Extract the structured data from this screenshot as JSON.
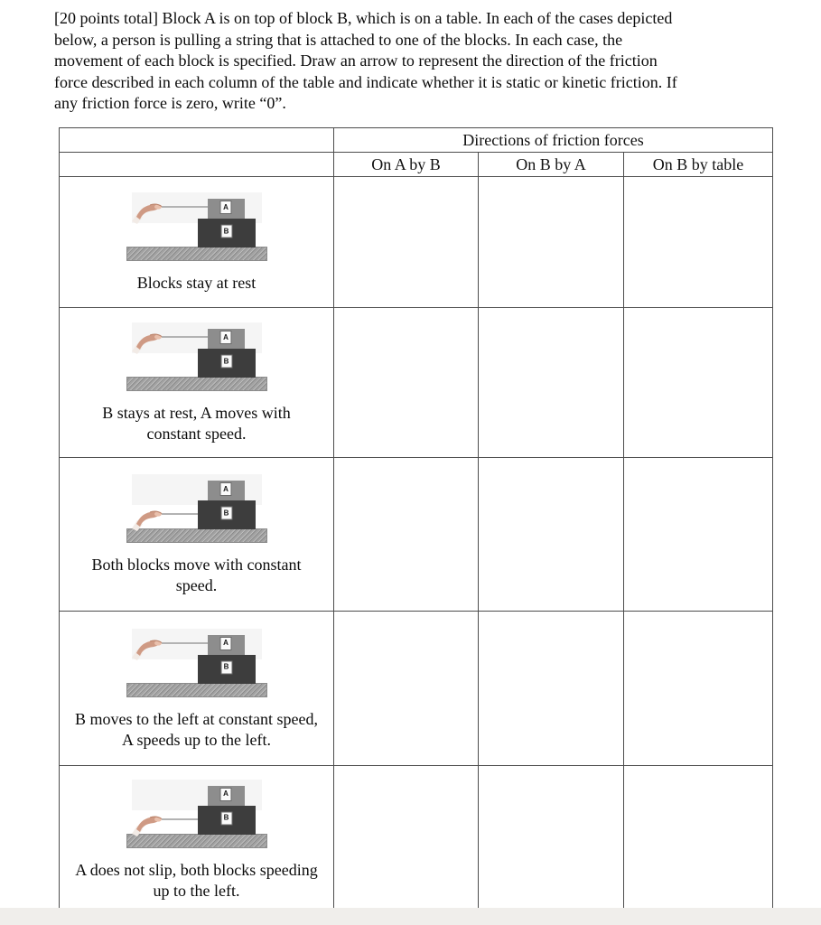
{
  "intro": {
    "lines": [
      "[20 points total] Block A is on top of block B, which is on a table. In each of the cases depicted",
      "below, a person is pulling a string that is attached to one of the blocks. In each case, the",
      "movement of each block is specified. Draw an arrow to represent the direction of the friction",
      "force described in each column of the table and indicate whether it is static or kinetic friction. If",
      "any friction force is zero, write “0”."
    ]
  },
  "table": {
    "header": {
      "title": "Directions of friction forces",
      "columns": [
        "On A by B",
        "On B by A",
        "On B by table"
      ]
    },
    "block_labels": {
      "top": "A",
      "bottom": "B"
    },
    "rows": [
      {
        "caption": "Blocks stay at rest",
        "string_attached_to": "A"
      },
      {
        "caption": "B stays at rest, A moves with constant speed.",
        "string_attached_to": "A"
      },
      {
        "caption": "Both blocks move with constant speed.",
        "string_attached_to": "B"
      },
      {
        "caption": "B moves to the left at constant speed, A speeds up to the left.",
        "string_attached_to": "A"
      },
      {
        "caption": "A does not slip, both blocks speeding up to the left.",
        "string_attached_to": "B"
      }
    ]
  },
  "colors": {
    "block_a": "#8d8d8d",
    "block_b": "#3d3d3d",
    "table_surface": "#a2a2a2",
    "string": "#b3b3b3",
    "table_border": "#4c4c4c",
    "hand_skin": "#cf9a84",
    "page_background": "#ffffff",
    "bottom_strip": "#f0eeeb"
  }
}
